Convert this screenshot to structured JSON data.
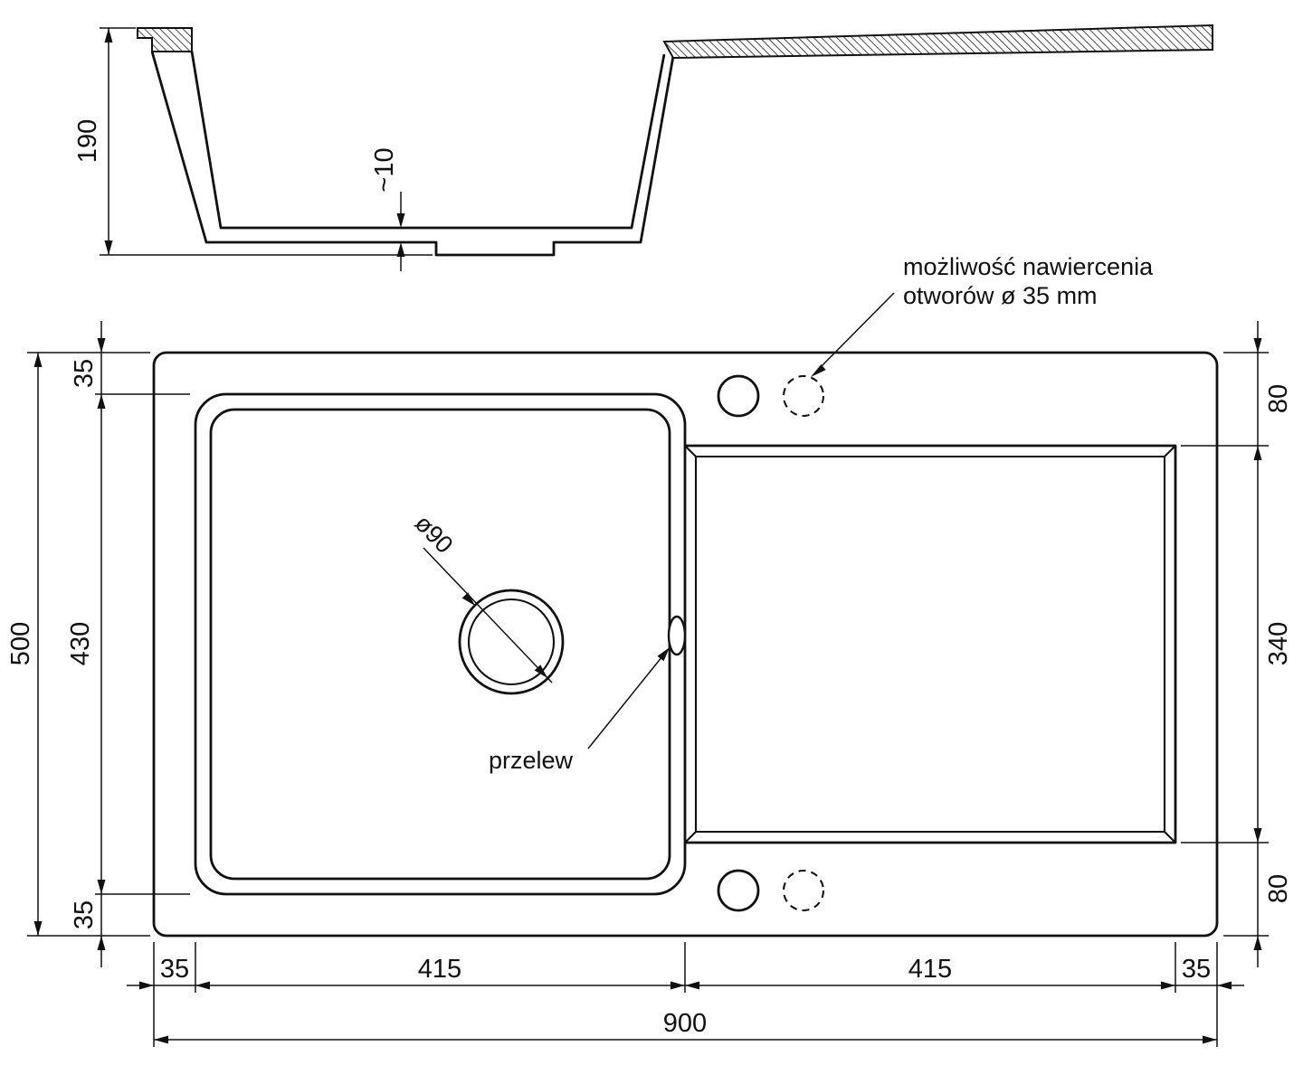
{
  "title": "Kitchen sink technical drawing",
  "colors": {
    "line": "#111111",
    "background": "#ffffff"
  },
  "section_view": {
    "depth_dim": "190",
    "bottom_thickness_dim": "~10"
  },
  "plan_view": {
    "annotations": {
      "drill_note_line1": "możliwość nawiercenia",
      "drill_note_line2": "otworów ø 35 mm",
      "overflow_label": "przelew",
      "drain_diameter": "ø90"
    },
    "dims": {
      "overall_width": "900",
      "overall_height": "500",
      "left_top_margin": "35",
      "basin_length": "430",
      "left_bottom_margin": "35",
      "right_top_margin": "80",
      "drainer_length": "340",
      "right_bottom_margin": "80",
      "bottom_left_margin": "35",
      "basin_width": "415",
      "drainer_width": "415",
      "bottom_right_margin": "35"
    }
  }
}
